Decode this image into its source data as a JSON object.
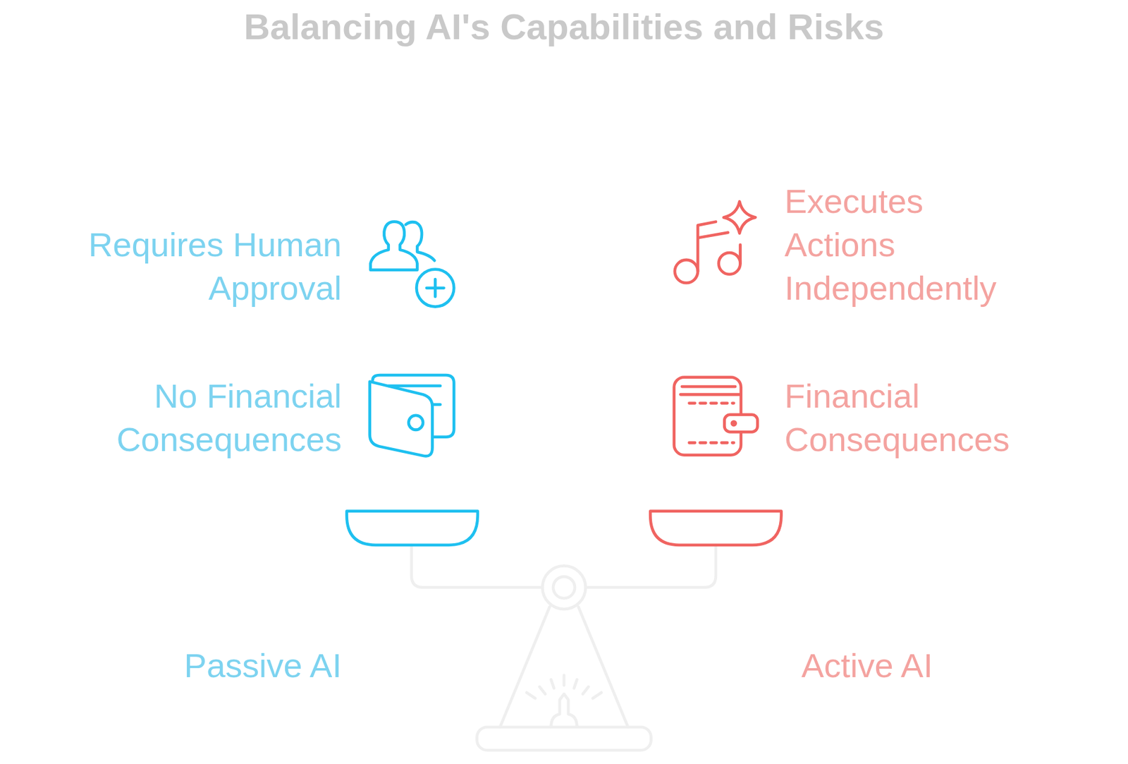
{
  "diagram": {
    "title": "Balancing AI's Capabilities and Risks",
    "labels": [
      "Requires Human Approval",
      "No Financial Consequences",
      "Passive AI",
      "Executes Actions Independently",
      "Financial Consequences",
      "Active AI"
    ]
  }
}
